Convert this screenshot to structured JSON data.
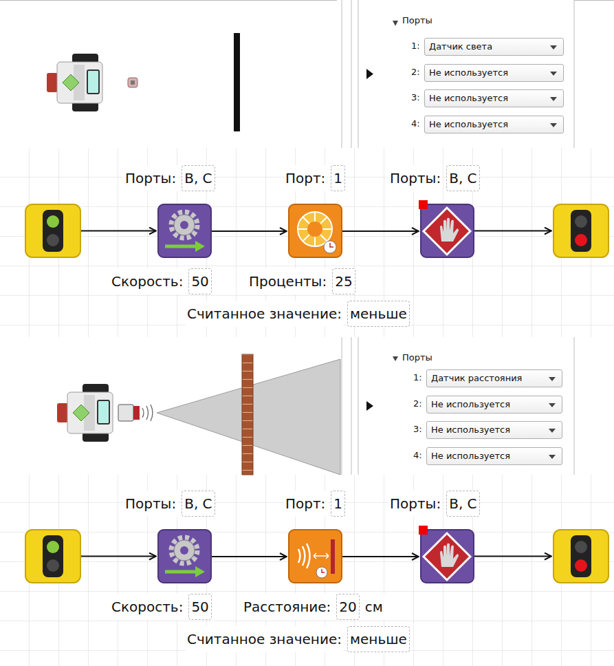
{
  "diagram": {
    "nodes": [
      {
        "text": [
          "Порты"
        ]
      },
      {
        "text": [
          "Датчик света"
        ],
        "in": 0
      },
      {
        "text": [
          "Не используется"
        ],
        "in": 0
      },
      {
        "text": [
          "Не используется"
        ],
        "in": 0
      },
      {
        "text": [
          "Не используется"
        ],
        "in": 0
      },
      {
        "text": [
          "Порты:",
          "B, C",
          "Скорость:",
          "50"
        ]
      },
      {
        "text": [
          "Порт:",
          "1",
          "Проценты:",
          "25",
          "Считанное значение:",
          "меньше"
        ]
      },
      {
        "text": [
          "Порты:",
          "B, C"
        ]
      },
      {
        "text": [
          "Порты"
        ]
      },
      {
        "text": [
          "Датчик расстояния"
        ],
        "in": 8
      },
      {
        "text": [
          "Не используется"
        ],
        "in": 8
      },
      {
        "text": [
          "Не используется"
        ],
        "in": 8
      },
      {
        "text": [
          "Не используется"
        ],
        "in": 8
      },
      {
        "text": [
          "Порты:",
          "B, C",
          "Скорость:",
          "50"
        ]
      },
      {
        "text": [
          "Порт:",
          "1",
          "Расстояние:",
          "20",
          "см",
          "Считанное значение:",
          "меньше"
        ]
      },
      {
        "text": [
          "Порты:",
          "B, C"
        ]
      }
    ],
    "edges": [
      {
        "from": 5,
        "to": 6,
        "arrow": "to"
      },
      {
        "from": 6,
        "to": 7,
        "arrow": "to"
      },
      {
        "from": 13,
        "to": 14,
        "arrow": "to"
      },
      {
        "from": 14,
        "to": 15,
        "arrow": "to"
      }
    ],
    "labels": [
      "1:",
      "2:",
      "3:",
      "4:",
      "1:",
      "2:",
      "3:",
      "4:"
    ]
  }
}
